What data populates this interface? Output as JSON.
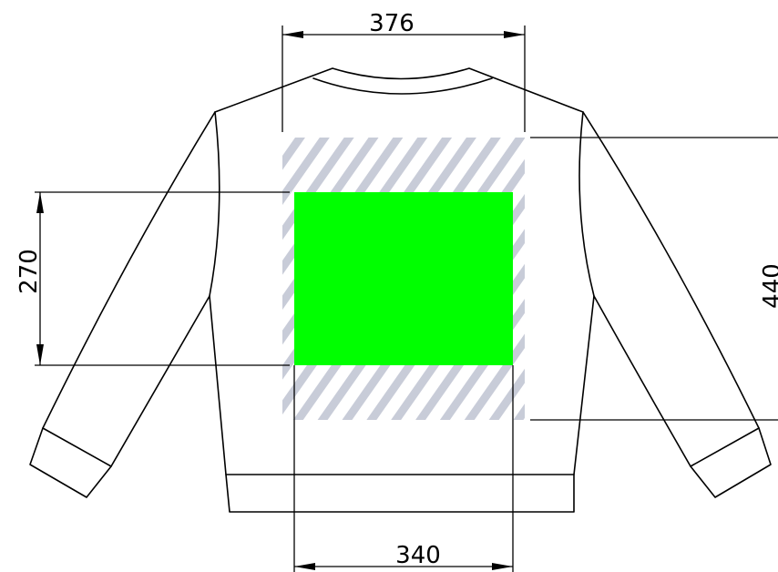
{
  "dimensions": {
    "max_print_width": "376",
    "max_print_height": "440",
    "print_width": "340",
    "print_height": "270"
  },
  "colors": {
    "print_area": "#00ff00",
    "max_area_hatch": "#c8ccd8",
    "lines": "#000000"
  }
}
